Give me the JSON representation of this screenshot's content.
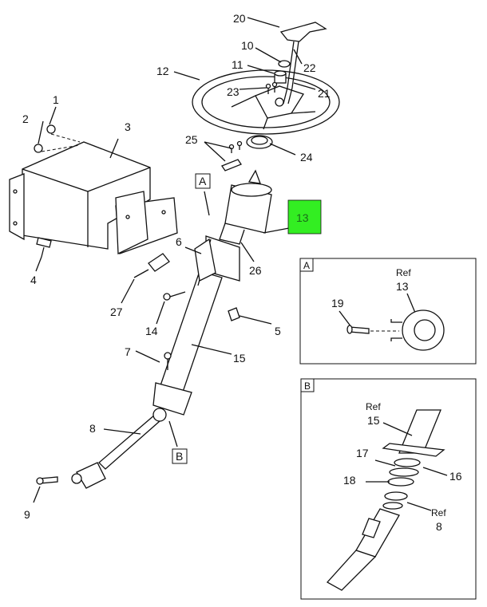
{
  "callouts": {
    "c1": "1",
    "c2": "2",
    "c3": "3",
    "c4": "4",
    "c5": "5",
    "c6": "6",
    "c7": "7",
    "c8": "8",
    "c9": "9",
    "c10": "10",
    "c11": "11",
    "c12": "12",
    "c13": "13",
    "c14": "14",
    "c15": "15",
    "c20": "20",
    "c21": "21",
    "c22": "22",
    "c23": "23",
    "c24": "24",
    "c25": "25",
    "c26": "26",
    "c27": "27"
  },
  "view_markers": {
    "a": "A",
    "b": "B"
  },
  "highlight": {
    "part": "13",
    "color": "#33ee22"
  },
  "detail_a": {
    "tag": "A",
    "ref_word": "Ref",
    "ref_num": "13",
    "c19": "19"
  },
  "detail_b": {
    "tag": "B",
    "ref1_word": "Ref",
    "ref1_num": "15",
    "c17": "17",
    "c16": "16",
    "c18": "18",
    "ref2_word": "Ref",
    "ref2_num": "8"
  }
}
